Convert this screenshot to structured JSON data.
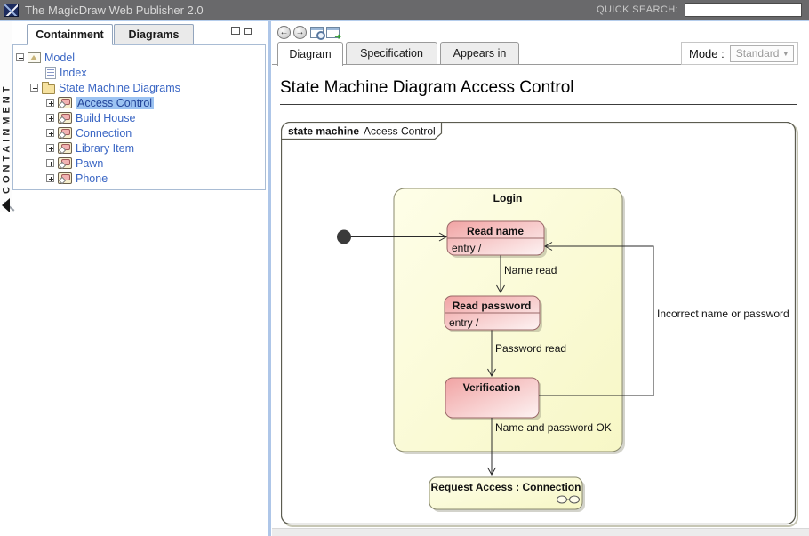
{
  "titlebar": {
    "title": "The MagicDraw Web Publisher 2.0",
    "quick_search_label": "QUICK SEARCH:",
    "search_value": ""
  },
  "sidebar": {
    "vertical_tab_label": "CONTAINMENT",
    "tabs": [
      {
        "label": "Containment"
      },
      {
        "label": "Diagrams"
      }
    ],
    "tree": [
      {
        "label": "Model"
      },
      {
        "label": "Index"
      },
      {
        "label": "State Machine Diagrams"
      },
      {
        "label": "Access Control"
      },
      {
        "label": "Build House"
      },
      {
        "label": "Connection"
      },
      {
        "label": "Library Item"
      },
      {
        "label": "Pawn"
      },
      {
        "label": "Phone"
      }
    ]
  },
  "toolbar": {
    "back_glyph": "←",
    "forward_glyph": "→"
  },
  "main": {
    "tabs": [
      {
        "label": "Diagram"
      },
      {
        "label": "Specification"
      },
      {
        "label": "Appears in"
      }
    ],
    "mode_label": "Mode :",
    "mode_value": "Standard",
    "heading": "State Machine Diagram Access Control"
  },
  "diagram": {
    "frame_keyword": "state machine",
    "frame_name": "Access Control",
    "login_title": "Login",
    "read_name_title": "Read name",
    "read_name_body": "entry /",
    "read_password_title": "Read password",
    "read_password_body": "entry /",
    "verification_title": "Verification",
    "request_access_title": "Request Access : Connection",
    "t_name_read": "Name read",
    "t_password_read": "Password read",
    "t_incorrect": "Incorrect name or password",
    "t_ok": "Name and password OK"
  },
  "colors": {
    "titlebar_bg": "#69696b",
    "accent_blue": "#b5cdec",
    "tree_text": "#3a66c4",
    "selection": "#9cc3f2",
    "state_pink_border": "#9a6868",
    "state_yellow_border": "#8a8a6e"
  }
}
